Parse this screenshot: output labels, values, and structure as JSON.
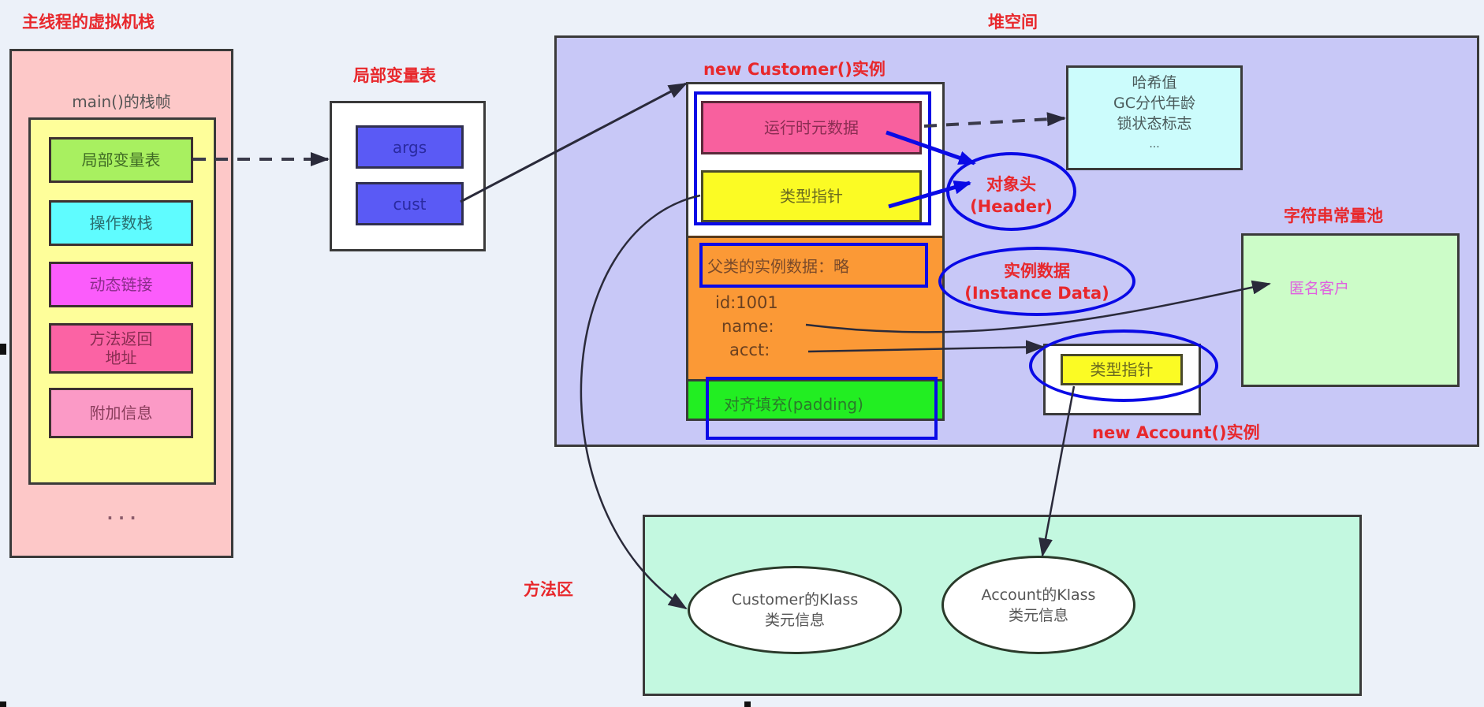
{
  "stack": {
    "title": "主线程的虚拟机栈",
    "frame_label": "main()的栈帧",
    "items": [
      {
        "label": "局部变量表",
        "color": "#a8f060"
      },
      {
        "label": "操作数栈",
        "color": "#5ffcff"
      },
      {
        "label": "动态链接",
        "color": "#fb5cfb"
      },
      {
        "label": "方法返回\n地址",
        "color": "#fb63a4"
      },
      {
        "label": "附加信息",
        "color": "#fb9ac6"
      }
    ],
    "ellipsis": "· · ·"
  },
  "local_vars": {
    "title": "局部变量表",
    "items": [
      "args",
      "cust"
    ]
  },
  "heap": {
    "title": "堆空间",
    "customer": {
      "title": "new Customer()实例",
      "runtime_meta": "运行时元数据",
      "type_pointer": "类型指针",
      "parent_data": "父类的实例数据：略",
      "fields": [
        "id:1001",
        "name:",
        "acct:"
      ],
      "padding": "对齐填充(padding)"
    },
    "mark_word": [
      "哈希值",
      "GC分代年龄",
      "锁状态标志",
      "..."
    ],
    "header_label": [
      "对象头",
      "(Header)"
    ],
    "instance_data_label": [
      "实例数据",
      "(Instance Data)"
    ],
    "string_pool": {
      "title": "字符串常量池",
      "value": "匿名客户"
    },
    "account": {
      "title": "new Account()实例",
      "type_pointer": "类型指针",
      "ellipsis": "..."
    }
  },
  "method_area": {
    "title": "方法区",
    "klasses": [
      {
        "line1": "Customer的Klass",
        "line2": "类元信息"
      },
      {
        "line1": "Account的Klass",
        "line2": "类元信息"
      }
    ]
  },
  "colors": {
    "title_red": "#e8282c",
    "highlight_blue": "#0a0ae6",
    "heap_bg": "#c8c8f7",
    "method_area_bg": "#c3f8e0",
    "string_pool_bg": "#ccfcc8"
  }
}
